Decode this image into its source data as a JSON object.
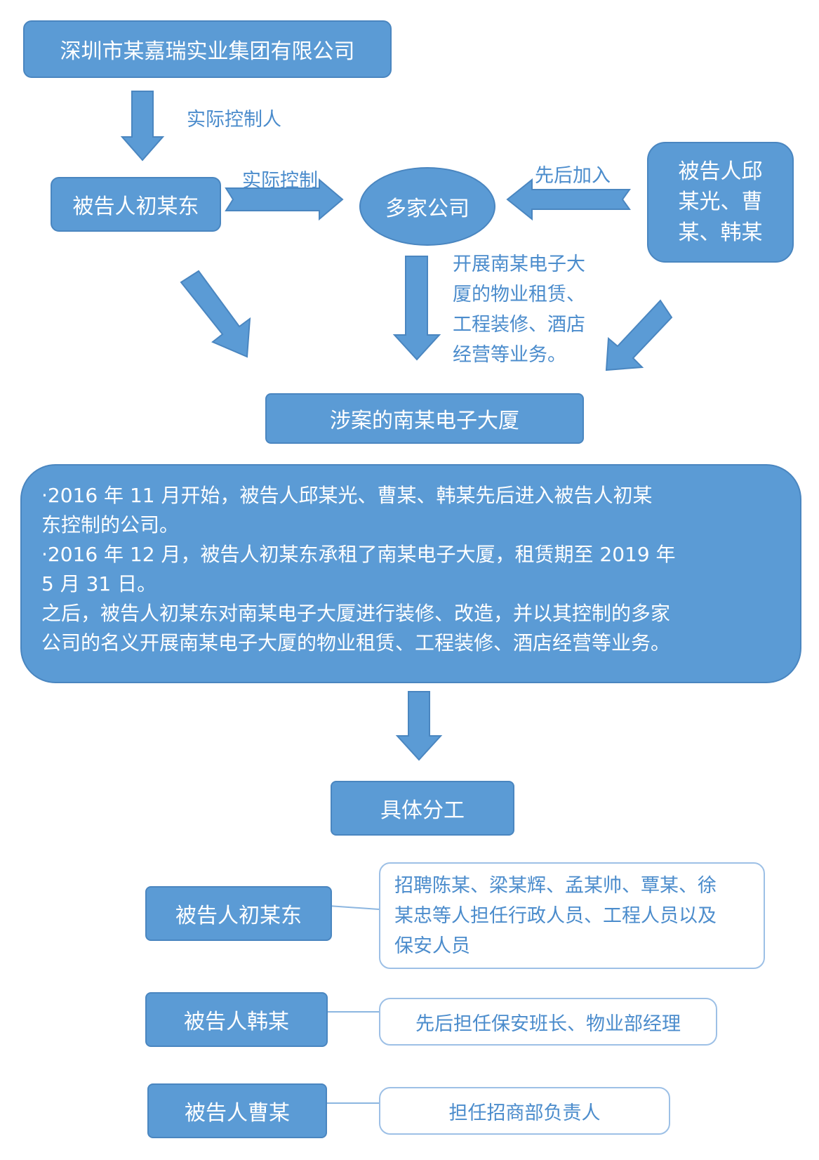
{
  "top_company": "深圳市某嘉瑞实业集团有限公司",
  "label_actual_controller": "实际控制人",
  "chu": "被告人初某东",
  "label_actual_control": "实际控制",
  "companies": "多家公司",
  "label_joined": "先后加入",
  "others": [
    "被告人邱",
    "某光、曹",
    "某、韩某"
  ],
  "business": [
    "开展南某电子大",
    "厦的物业租赁、",
    "工程装修、酒店",
    "经营等业务。"
  ],
  "building": "涉案的南某电子大厦",
  "summary": [
    "·2016 年 11 月开始，被告人邱某光、曹某、韩某先后进入被告人初某",
    "东控制的公司。",
    "·2016 年 12 月，被告人初某东承租了南某电子大厦，租赁期至 2019 年",
    "5 月 31 日。",
    "之后，被告人初某东对南某电子大厦进行装修、改造，并以其控制的多家",
    "公司的名义开展南某电子大厦的物业租赁、工程装修、酒店经营等业务。"
  ],
  "division_title": "具体分工",
  "roles": [
    {
      "person": "被告人初某东",
      "duty": [
        "招聘陈某、梁某辉、孟某帅、覃某、徐",
        "某忠等人担任行政人员、工程人员以及",
        "保安人员"
      ]
    },
    {
      "person": "被告人韩某",
      "duty": [
        "先后担任保安班长、物业部经理"
      ]
    },
    {
      "person": "被告人曹某",
      "duty": [
        "担任招商部负责人"
      ]
    }
  ]
}
